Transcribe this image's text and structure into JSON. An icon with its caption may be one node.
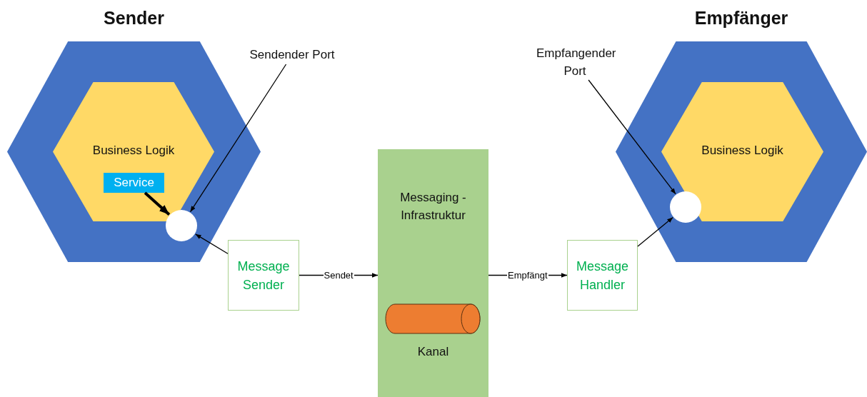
{
  "diagram": {
    "nodes": [
      {
        "text": [
          "Sender"
        ]
      },
      {
        "text": [
          "Business Logik"
        ],
        "in": 0
      },
      {
        "text": [
          "Service"
        ],
        "in": 1
      },
      {
        "text": [],
        "shape": "circle",
        "in": 0
      },
      {
        "text": [
          "Sendender Port"
        ]
      },
      {
        "text": [
          "Message Sender"
        ]
      },
      {
        "text": [
          "Messaging - Infrastruktur"
        ]
      },
      {
        "text": [],
        "shape": "cylinder",
        "in": 6,
        "beside": [
          "Kanal"
        ]
      },
      {
        "text": [
          "Empfänger"
        ]
      },
      {
        "text": [
          "Business Logik"
        ],
        "in": 8
      },
      {
        "text": [],
        "shape": "circle",
        "in": 8
      },
      {
        "text": [
          "Empfangender Port"
        ]
      },
      {
        "text": [
          "Message Handler"
        ]
      }
    ],
    "edges": [
      {
        "from": 2,
        "to": 3,
        "arrow": "to",
        "style": "thick"
      },
      {
        "from": 4,
        "to": 3,
        "arrow": "to"
      },
      {
        "from": 5,
        "to": 3,
        "arrow": "to"
      },
      {
        "from": 5,
        "to": 6,
        "arrow": "to",
        "label": "Sendet"
      },
      {
        "from": 6,
        "to": 12,
        "arrow": "to",
        "label": "Empfängt"
      },
      {
        "from": 11,
        "to": 10,
        "arrow": "to"
      },
      {
        "from": 12,
        "to": 10,
        "arrow": "to"
      }
    ]
  }
}
